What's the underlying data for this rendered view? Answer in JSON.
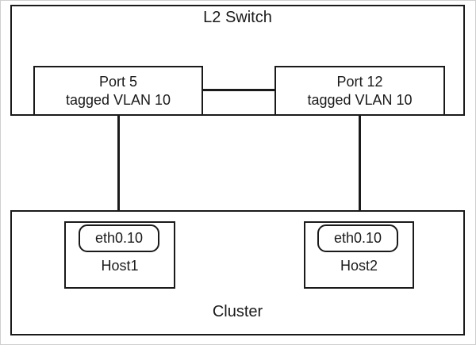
{
  "diagram": {
    "type": "network-topology",
    "colors": {
      "stroke": "#1a1a1a",
      "fill": "#ffffff",
      "page_edge": "#cfcfcf"
    },
    "switch": {
      "title": "L2 Switch",
      "ports": [
        {
          "name": "Port 5",
          "vlan_line": "tagged VLAN 10",
          "connects_to": "Host1"
        },
        {
          "name": "Port 12",
          "vlan_line": "tagged VLAN 10",
          "connects_to": "Host2"
        }
      ]
    },
    "cluster": {
      "title": "Cluster",
      "hosts": [
        {
          "name": "Host1",
          "interface": "eth0.10"
        },
        {
          "name": "Host2",
          "interface": "eth0.10"
        }
      ]
    },
    "links": [
      {
        "from": "Port 5",
        "to": "Port 12"
      },
      {
        "from": "Port 5",
        "to": "Host1 eth0.10"
      },
      {
        "from": "Port 12",
        "to": "Host2 eth0.10"
      }
    ]
  }
}
